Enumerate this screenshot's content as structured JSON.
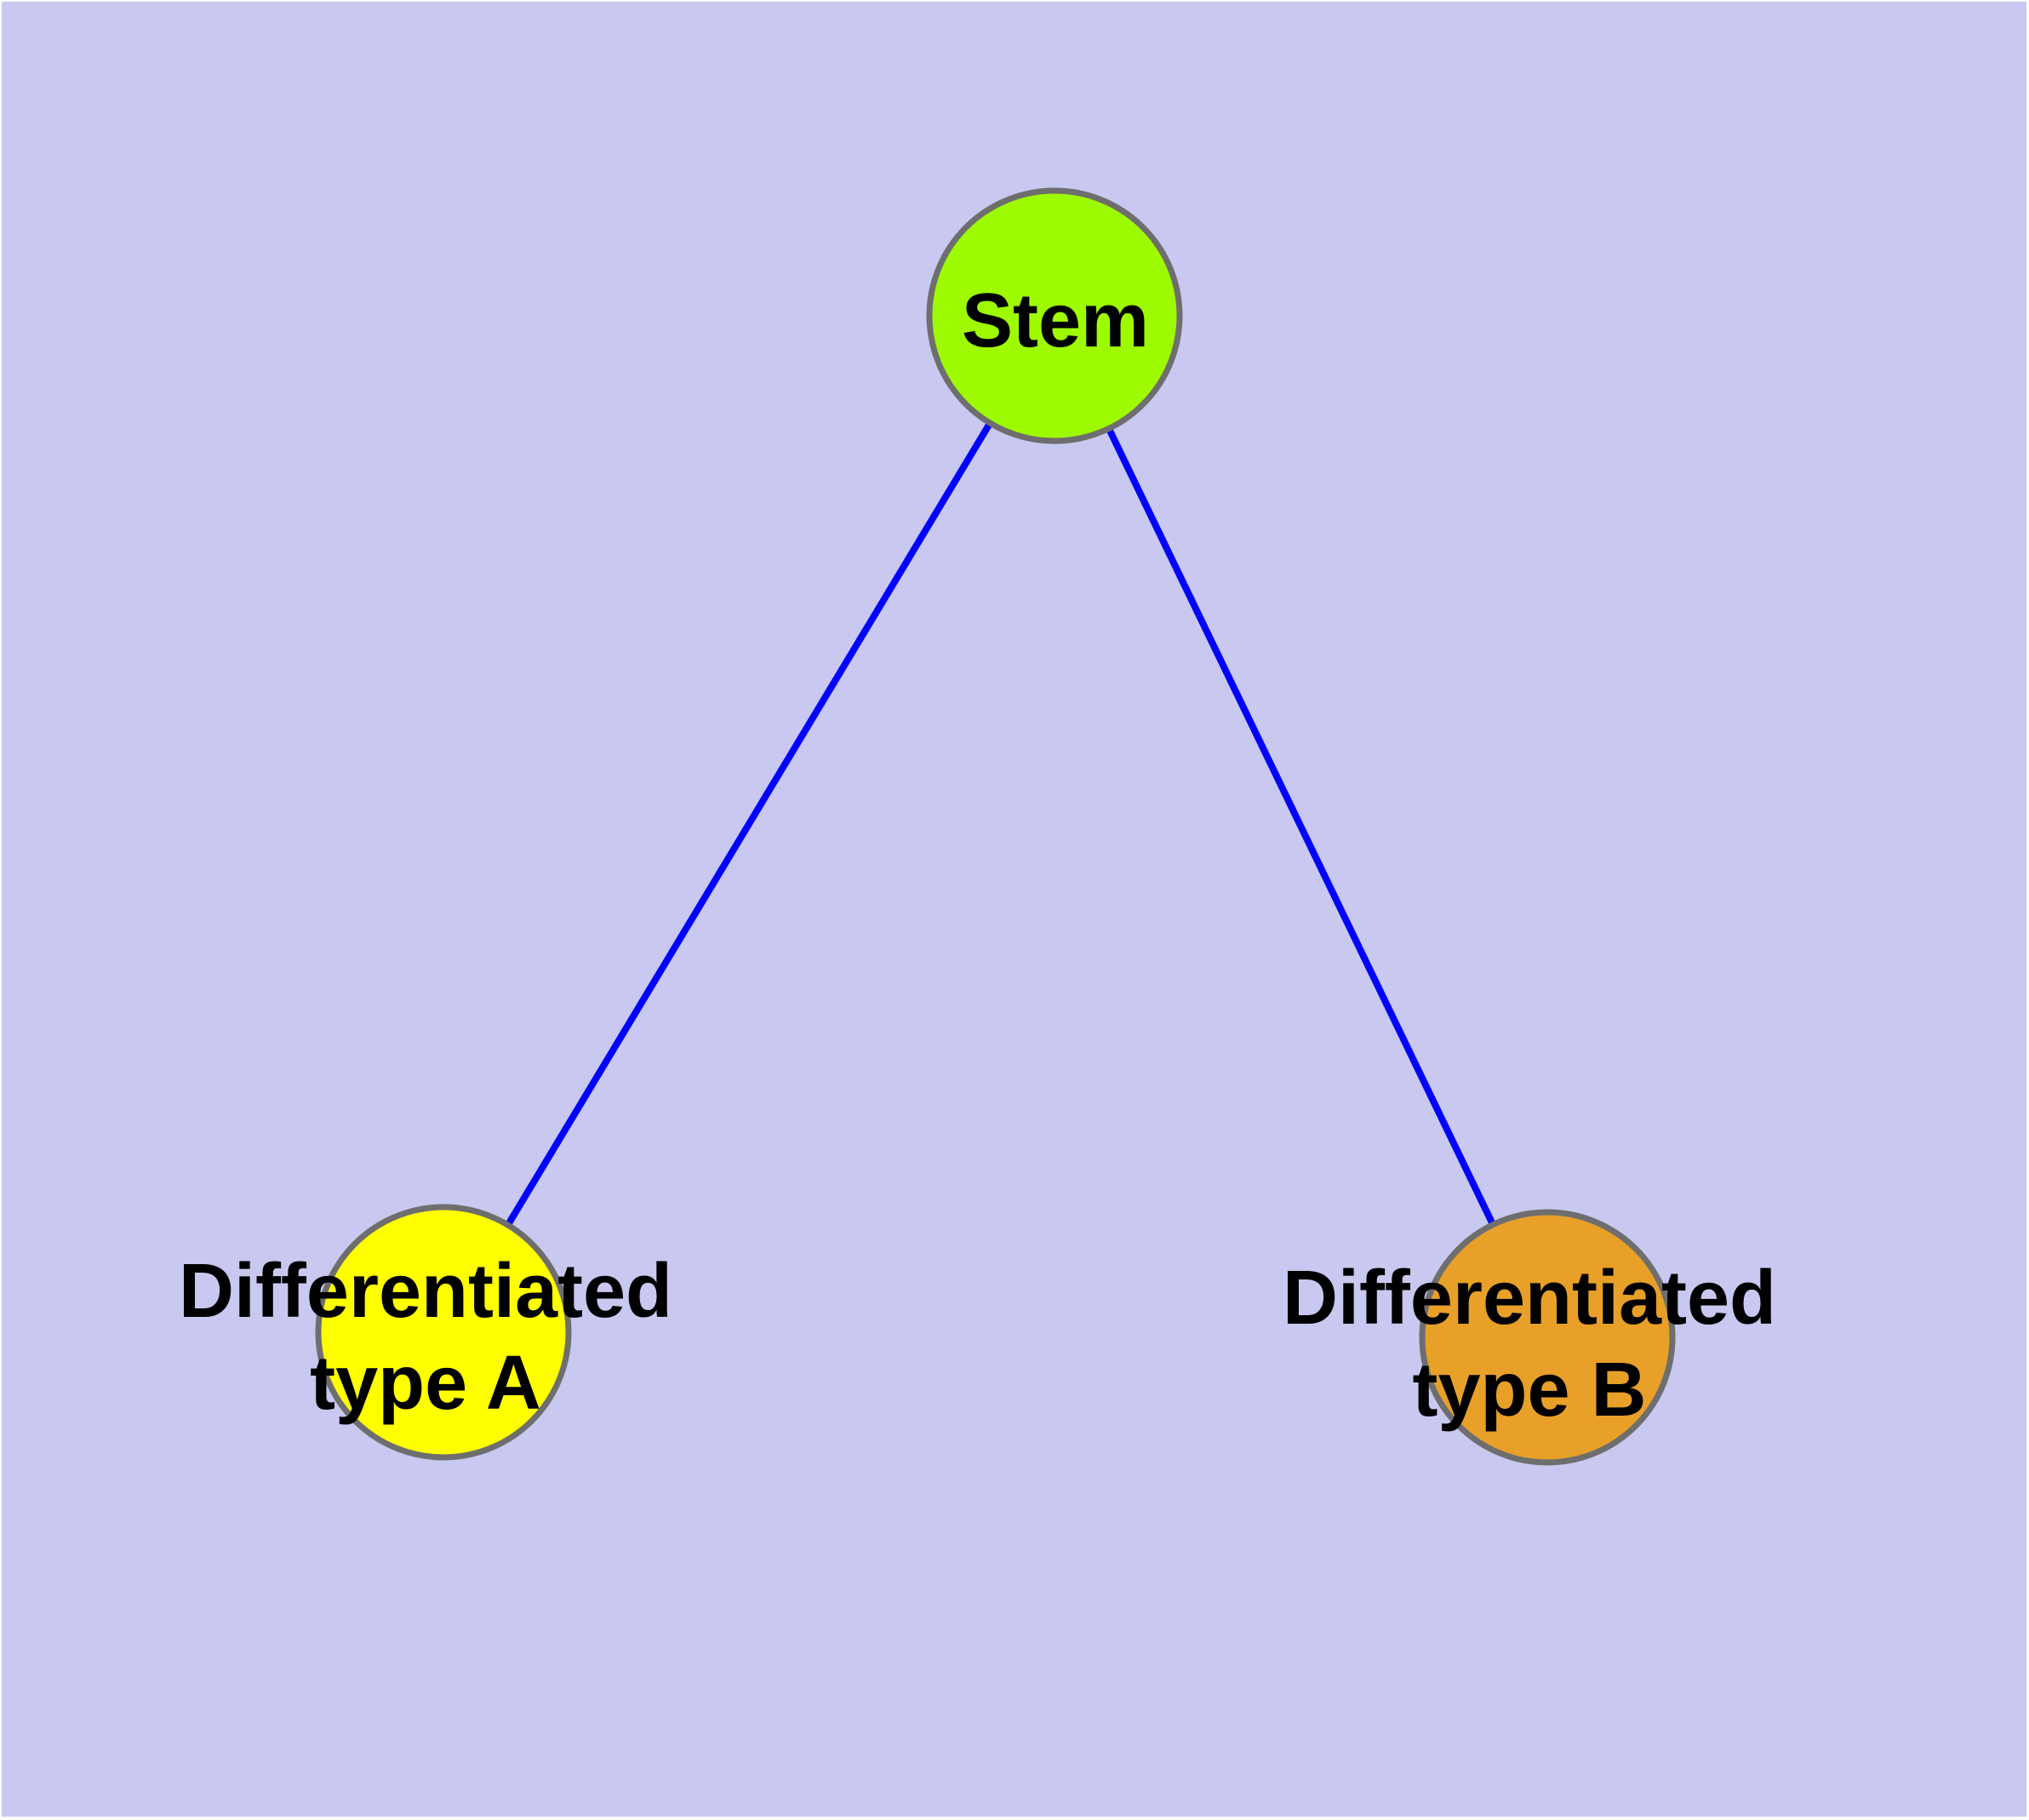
{
  "figure": {
    "description": "Stem cell differentiation diagram: one stem node branching to two differentiated cell type nodes",
    "page_background": "#ffffff",
    "canvas_background": "#c8c8f0"
  },
  "style": {
    "node_border_color": "#6e6e6e",
    "edge_color": "#0000ff",
    "label_color": "#000000"
  },
  "nodes": {
    "stem": {
      "label": "Stem",
      "fill": "#9efa00"
    },
    "type_a": {
      "label_line1": "Differentiated",
      "label_line2": "type A",
      "fill": "#ffff00"
    },
    "type_b": {
      "label_line1": "Differentiated",
      "label_line2": "type B",
      "fill": "#e8a028"
    }
  },
  "edges": [
    {
      "from": "Stem",
      "to": "Differentiated type A"
    },
    {
      "from": "Stem",
      "to": "Differentiated type B"
    }
  ]
}
